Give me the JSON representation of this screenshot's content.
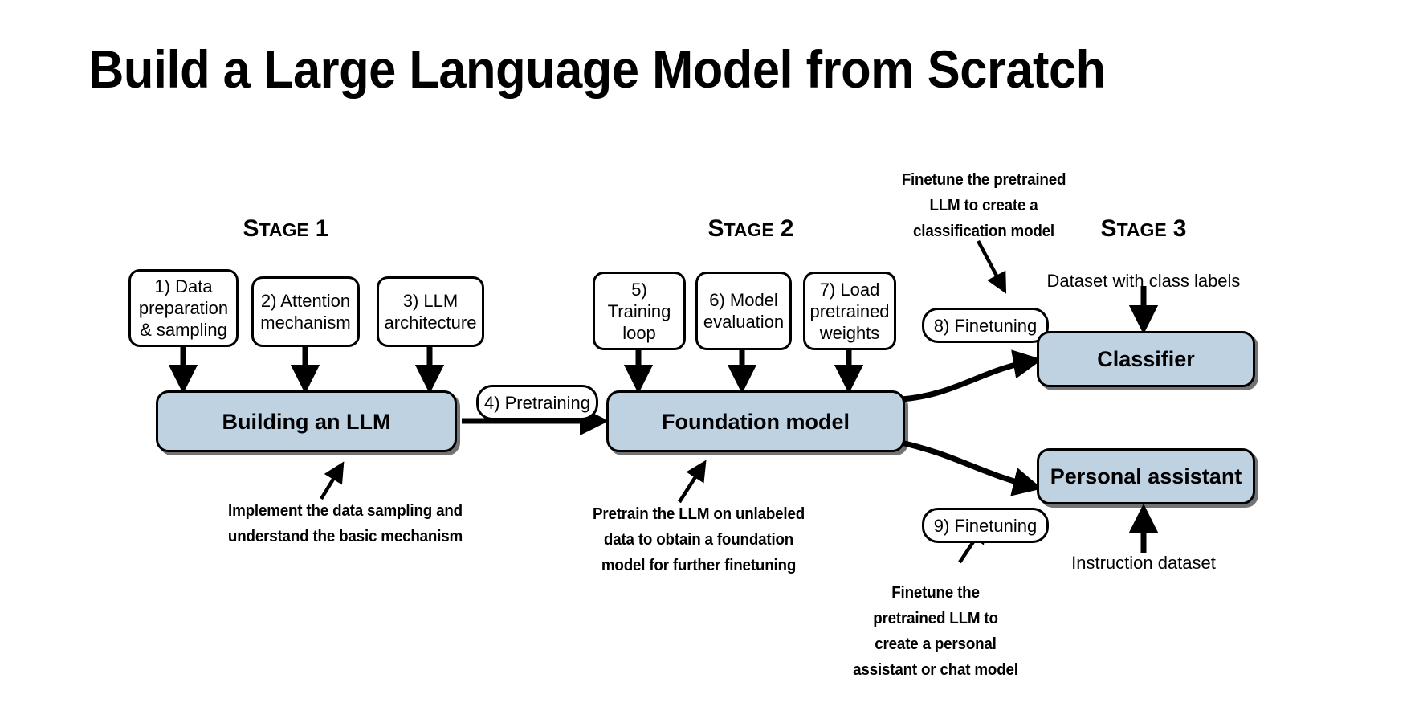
{
  "title": "Build a Large Language Model from Scratch",
  "colors": {
    "model_box_fill": "#bfd2e2",
    "stroke": "#000000",
    "background": "#ffffff"
  },
  "stages": [
    {
      "id": "stage-1",
      "first": "S",
      "rest": "TAGE",
      "number": "1"
    },
    {
      "id": "stage-2",
      "first": "S",
      "rest": "TAGE",
      "number": "2"
    },
    {
      "id": "stage-3",
      "first": "S",
      "rest": "TAGE",
      "number": "3"
    }
  ],
  "step_boxes": [
    {
      "id": "step-1",
      "label": "1) Data preparation & sampling"
    },
    {
      "id": "step-2",
      "label": "2) Attention mechanism"
    },
    {
      "id": "step-3",
      "label": "3) LLM architecture"
    },
    {
      "id": "step-5",
      "label": "5) Training loop"
    },
    {
      "id": "step-6",
      "label": "6) Model evaluation"
    },
    {
      "id": "step-7",
      "label": "7) Load pretrained weights"
    }
  ],
  "pill_boxes": [
    {
      "id": "step-4",
      "label": "4) Pretraining"
    },
    {
      "id": "step-8",
      "label": "8) Finetuning"
    },
    {
      "id": "step-9",
      "label": "9) Finetuning"
    }
  ],
  "model_boxes": [
    {
      "id": "building-an-llm",
      "label": "Building an LLM"
    },
    {
      "id": "foundation-model",
      "label": "Foundation model"
    },
    {
      "id": "classifier",
      "label": "Classifier"
    },
    {
      "id": "personal-assistant",
      "label": "Personal assistant"
    }
  ],
  "annotations": [
    {
      "id": "annotation-stage-1",
      "lines": [
        "Implement the data sampling and",
        "understand the basic mechanism"
      ]
    },
    {
      "id": "annotation-stage-2",
      "lines": [
        "Pretrain the LLM on unlabeled",
        "data to obtain a foundation",
        "model for further finetuning"
      ]
    },
    {
      "id": "annotation-classification",
      "lines": [
        "Finetune the pretrained",
        "LLM to create a",
        "classification model"
      ]
    },
    {
      "id": "annotation-personal-assistant",
      "lines": [
        "Finetune the",
        "pretrained LLM to",
        "create a personal",
        "assistant or chat model"
      ]
    }
  ],
  "captions": [
    {
      "id": "caption-class-labels",
      "text": "Dataset with class labels"
    },
    {
      "id": "caption-instruction-dataset",
      "text": "Instruction dataset"
    }
  ]
}
